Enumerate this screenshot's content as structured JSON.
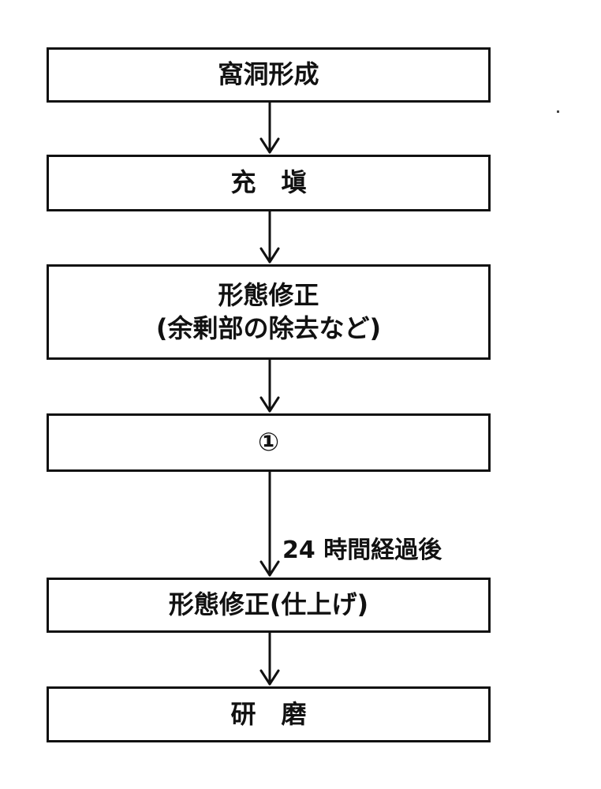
{
  "steps": [
    {
      "line1": "窩洞形成"
    },
    {
      "line1": "充　塡"
    },
    {
      "line1": "形態修正",
      "line2": "(余剰部の除去など)"
    },
    {
      "line1": "①"
    },
    {
      "line1": "形態修正(仕上げ)"
    },
    {
      "line1": "研　磨"
    }
  ],
  "transition_note": "24 時間経過後"
}
